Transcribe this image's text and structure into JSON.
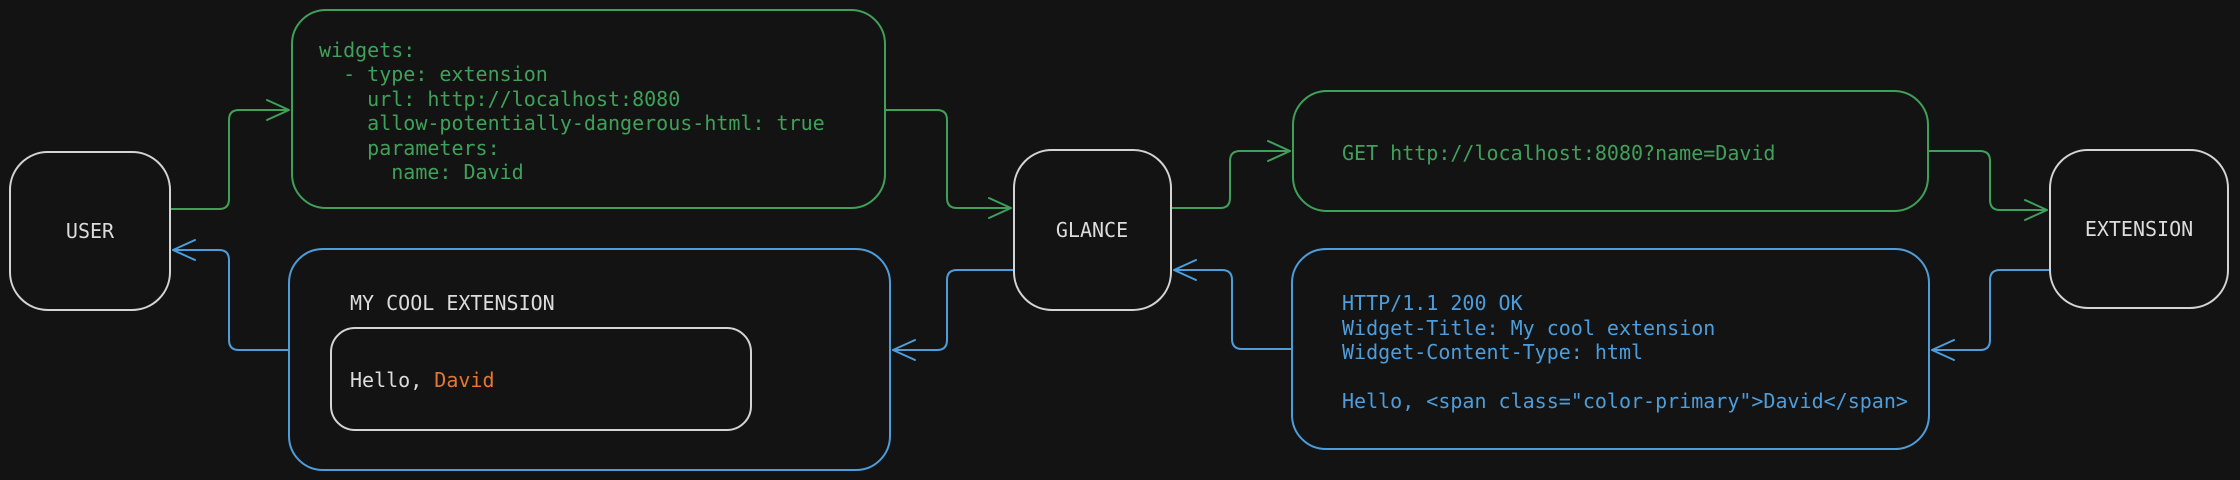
{
  "diagram": {
    "background": "#131313",
    "colors": {
      "green": "#3fa159",
      "blue": "#4d9ddb",
      "orange": "#e4772f",
      "node_border": "#d4d4d4",
      "text_light": "#dcdcdc"
    },
    "nodes": {
      "user": "USER",
      "glance": "GLANCE",
      "extension": "EXTENSION"
    },
    "config_box": {
      "lines": [
        "widgets:",
        "  - type: extension",
        "    url: http://localhost:8080",
        "    allow-potentially-dangerous-html: true",
        "    parameters:",
        "      name: David"
      ]
    },
    "request_box": {
      "text": "GET http://localhost:8080?name=David"
    },
    "response_box": {
      "lines": [
        "HTTP/1.1 200 OK",
        "Widget-Title: My cool extension",
        "Widget-Content-Type: html",
        "",
        "Hello, <span class=\"color-primary\">David</span>"
      ]
    },
    "widget_box": {
      "title": "MY COOL EXTENSION",
      "greeting_prefix": "Hello, ",
      "greeting_name": "David"
    }
  }
}
